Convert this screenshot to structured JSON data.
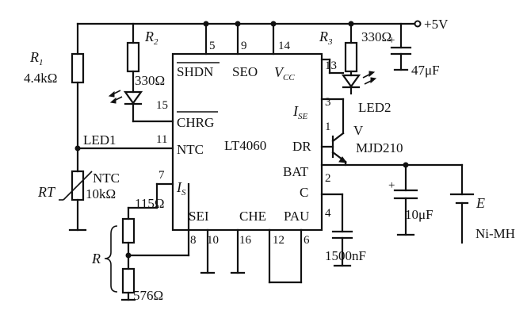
{
  "supply": {
    "label": "+5V"
  },
  "ic": {
    "name": "LT4060",
    "pins": {
      "shdn": {
        "label": "SHDN",
        "num": "5"
      },
      "seo": {
        "label": "SEO",
        "num": "9"
      },
      "vcc": {
        "label": "V",
        "sub": "CC",
        "num": "14"
      },
      "chrg": {
        "label": "CHRG",
        "num": "15"
      },
      "ntc": {
        "label": "NTC",
        "num": "11"
      },
      "is": {
        "label": "I",
        "sub": "S",
        "num": "7"
      },
      "ise": {
        "label": "I",
        "sub": "SE",
        "num": "3"
      },
      "dr": {
        "label": "DR",
        "num": "1"
      },
      "bat": {
        "label": "BAT",
        "num": "2"
      },
      "c": {
        "label": "C",
        "num": "4"
      },
      "sei": {
        "label": "SEI",
        "num": "10"
      },
      "che": {
        "label": "CHE",
        "num": "16"
      },
      "pau": {
        "label": "PAU",
        "num": "6"
      },
      "gnd8": {
        "num": "8"
      },
      "gnd12": {
        "num": "12"
      },
      "led13": {
        "num": "13"
      }
    }
  },
  "components": {
    "r1": {
      "name": "R",
      "sub": "1",
      "value": "4.4kΩ"
    },
    "r2": {
      "name": "R",
      "sub": "2",
      "value": "330Ω"
    },
    "r3": {
      "name": "R",
      "sub": "3",
      "value": "330Ω"
    },
    "led1": {
      "name": "LED1"
    },
    "led2": {
      "name": "LED2"
    },
    "rt": {
      "name": "RT",
      "type": "NTC",
      "value": "10kΩ"
    },
    "r_a": {
      "value": "115Ω"
    },
    "r_b": {
      "value": "576Ω"
    },
    "r_group": {
      "name": "R"
    },
    "c47": {
      "value": "47μF"
    },
    "c10": {
      "value": "10μF"
    },
    "c1500": {
      "value": "1500nF"
    },
    "transistor": {
      "name": "V",
      "part": "MJD210"
    },
    "battery": {
      "name": "E",
      "type": "Ni-MH"
    }
  }
}
